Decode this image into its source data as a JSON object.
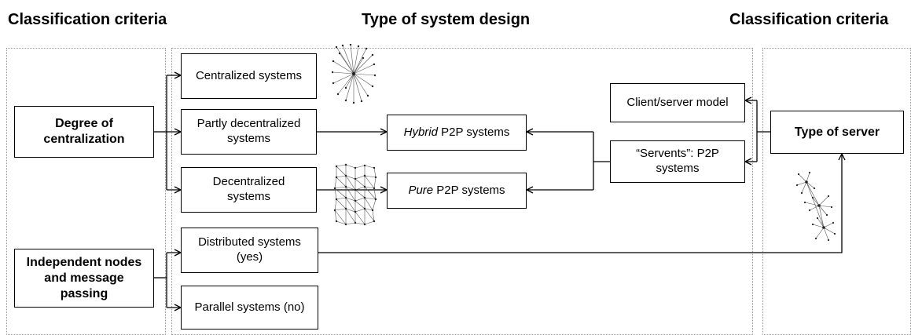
{
  "headings": {
    "left": "Classification criteria",
    "center": "Type of system design",
    "right": "Classification criteria"
  },
  "criteria": {
    "centralization": "Degree of\ncentralization",
    "independent": "Independent nodes\nand message\npassing",
    "server": "Type of server"
  },
  "systems": {
    "centralized": "Centralized systems",
    "partly": "Partly decentralized\nsystems",
    "decentralized": "Decentralized\nsystems",
    "distributed": "Distributed systems\n(yes)",
    "parallel": "Parallel systems (no)"
  },
  "p2p": {
    "hybrid_em": "Hybrid",
    "hybrid_rest": " P2P systems",
    "pure_em": "Pure",
    "pure_rest": " P2P systems"
  },
  "server_types": {
    "client_server": "Client/server model",
    "servents": "“Servents”: P2P\nsystems"
  }
}
